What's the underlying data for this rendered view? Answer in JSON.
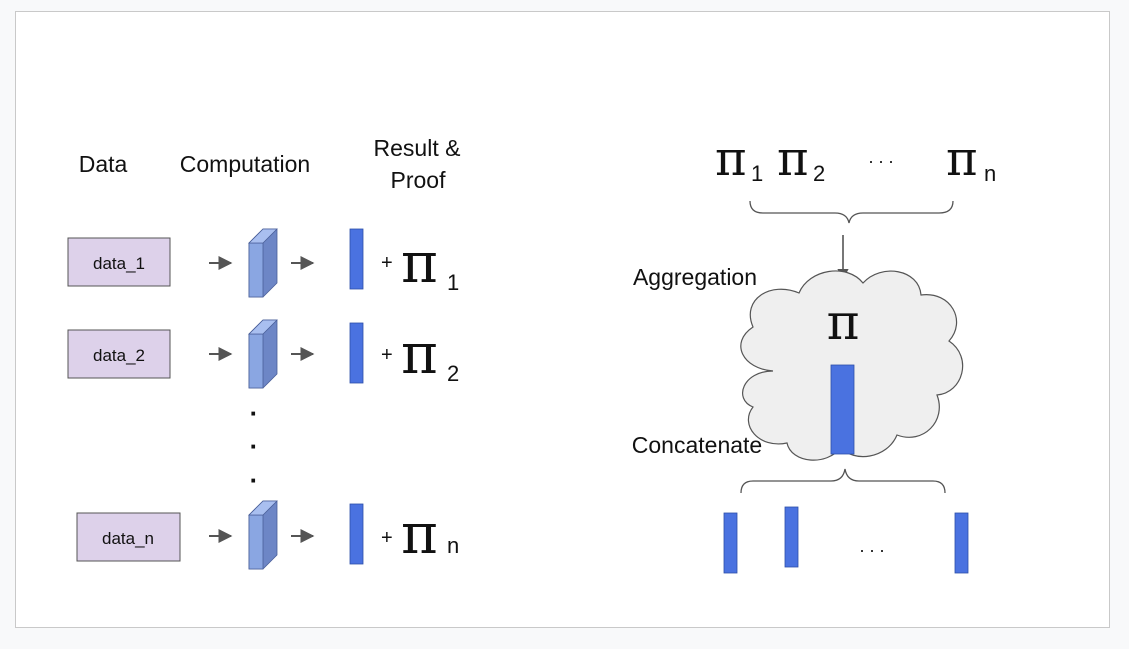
{
  "headers": {
    "data": "Data",
    "computation": "Computation",
    "result_line1": "Result &",
    "result_line2": "Proof"
  },
  "rows": [
    {
      "label": "data_1",
      "plus": "+",
      "pi": "π",
      "sub": "1"
    },
    {
      "label": "data_2",
      "plus": "+",
      "pi": "π",
      "sub": "2"
    },
    {
      "label": "data_n",
      "plus": "+",
      "pi": "π",
      "sub": "n"
    }
  ],
  "vertical_ellipsis": [
    "·",
    "·",
    "·"
  ],
  "top_proofs": [
    {
      "pi": "π",
      "sub": "1"
    },
    {
      "pi": "π",
      "sub": "2"
    },
    {
      "pi": "π",
      "sub": "n"
    }
  ],
  "top_ellipsis": ". . .",
  "aggregation_label": "Aggregation",
  "aggregate_pi": "π",
  "concatenate_label": "Concatenate",
  "bottom_ellipsis": ". . .",
  "colors": {
    "data_box_fill": "#ddd1ea",
    "data_box_stroke": "#555555",
    "result_bar": "#4a72e0",
    "cube_front": "#8aa6e2",
    "cube_side": "#6d86c6",
    "cloud_fill": "#efefef",
    "arrow": "#555555"
  }
}
